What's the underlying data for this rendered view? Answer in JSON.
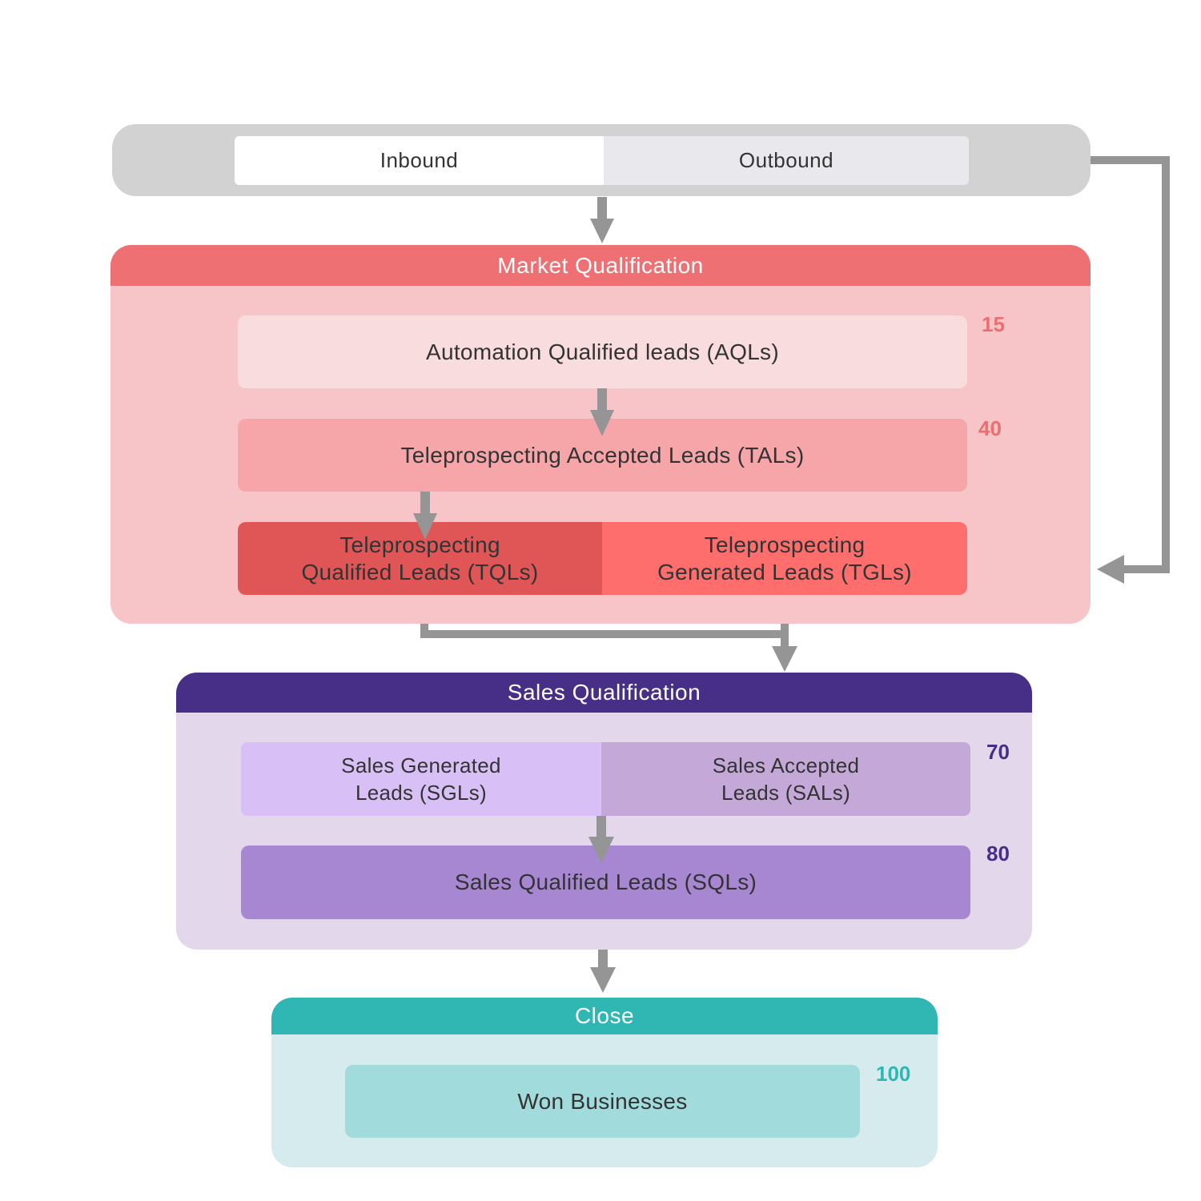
{
  "colors": {
    "market_header": "#ee7073",
    "market_body": "#f7c5c7",
    "market_score": "#ec6e70",
    "sales_header": "#472f87",
    "sales_body": "#e3d7ec",
    "sales_score": "#472f87",
    "close_header": "#30b6b3",
    "close_body": "#d5ebed",
    "close_score": "#30b6b3",
    "arrow": "#959595"
  },
  "sources": {
    "inbound": "Inbound",
    "outbound": "Outbound"
  },
  "market": {
    "title": "Market Qualification",
    "aql": {
      "label": "Automation Qualified leads (AQLs)",
      "score": "15"
    },
    "tal": {
      "label": "Teleprospecting Accepted Leads (TALs)",
      "score": "40"
    },
    "tql": {
      "line1": "Teleprospecting",
      "line2": "Qualified Leads (TQLs)"
    },
    "tgl": {
      "line1": "Teleprospecting",
      "line2": "Generated Leads (TGLs)"
    }
  },
  "sales": {
    "title": "Sales Qualification",
    "sgl": {
      "line1": "Sales Generated",
      "line2": "Leads  (SGLs)"
    },
    "sal": {
      "line1": "Sales Accepted",
      "line2": "Leads  (SALs)"
    },
    "sal_score": "70",
    "sql": {
      "label": "Sales Qualified Leads (SQLs)",
      "score": "80"
    }
  },
  "close": {
    "title": "Close",
    "won": {
      "label": "Won Businesses",
      "score": "100"
    }
  }
}
